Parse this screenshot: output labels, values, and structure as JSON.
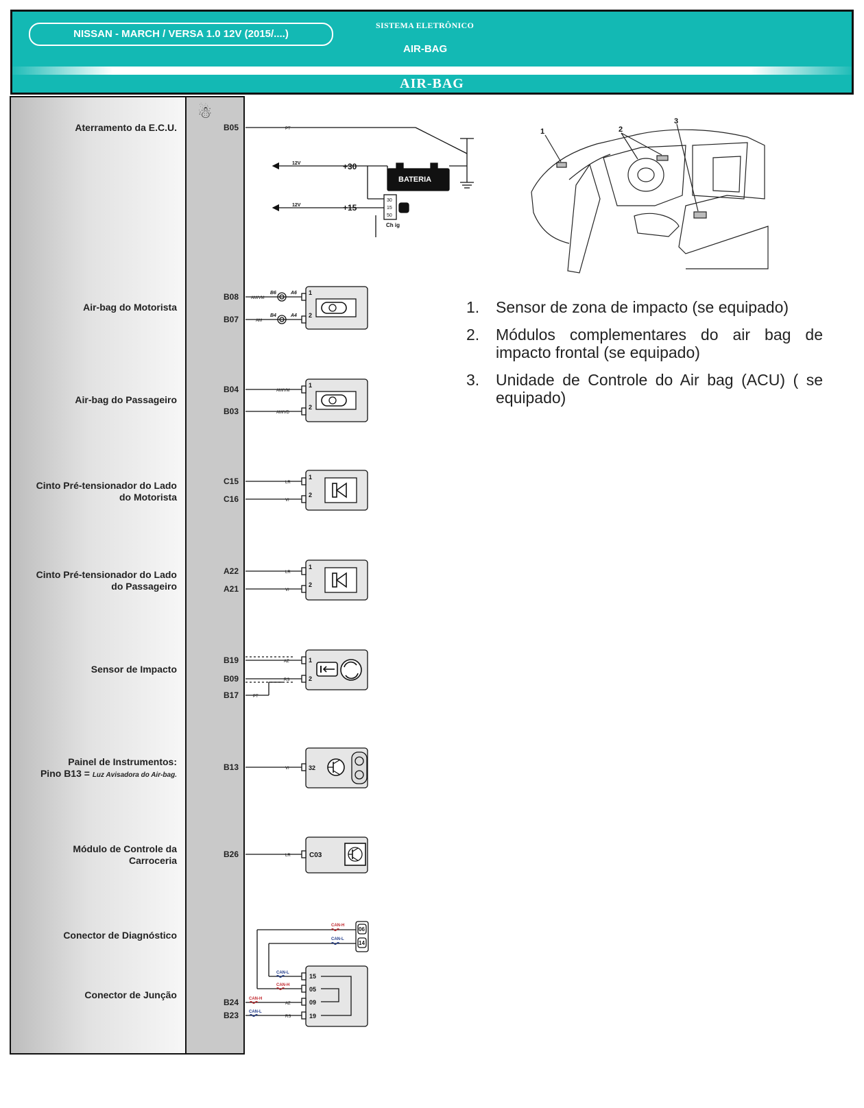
{
  "header": {
    "model": "NISSAN - MARCH / VERSA 1.0 12V (2015/....)",
    "system_caption": "SISTEMA ELETRÔNICO",
    "system_name": "AIR-BAG",
    "section_title": "AIR-BAG"
  },
  "colors": {
    "header": "#13b9b4",
    "can_h": "#c0262c",
    "can_l": "#1f3a8a",
    "ecu_bar": "#c9c9c9"
  },
  "icons": [
    "airbag-ecu-icon",
    "battery-icon",
    "ignition-key-icon",
    "ground-icon",
    "airbag-module-icon",
    "pretensioner-icon",
    "impact-sensor-icon",
    "transistor-icon",
    "gauge-icon"
  ],
  "components": [
    {
      "label": "Aterramento da E.C.U.",
      "pins": [
        "B05"
      ]
    },
    {
      "label": "Air-bag do Motorista",
      "pins": [
        "B08",
        "B07"
      ]
    },
    {
      "label": "Air-bag do Passageiro",
      "pins": [
        "B04",
        "B03"
      ]
    },
    {
      "label": "Cinto Pré-tensionador do Lado",
      "label2": "do Motorista",
      "pins": [
        "C15",
        "C16"
      ]
    },
    {
      "label": "Cinto Pré-tensionador do Lado",
      "label2": "do Passageiro",
      "pins": [
        "A22",
        "A21"
      ]
    },
    {
      "label": "Sensor de Impacto",
      "pins": [
        "B19",
        "B09",
        "B17"
      ]
    },
    {
      "label": "Painel de Instrumentos:",
      "label2_prefix": "Pino B13 = ",
      "label2_note": "Luz Avisadora do Air-bag.",
      "pins": [
        "B13"
      ]
    },
    {
      "label": "Módulo de Controle da",
      "label2": "Carroceria",
      "pins": [
        "B26"
      ]
    },
    {
      "label": "Conector de Diagnóstico"
    },
    {
      "label": "Conector de Junção",
      "pins": [
        "B24",
        "B23"
      ]
    }
  ],
  "wires": {
    "ground": "PT",
    "supply_30": "+30",
    "supply_15": "+15",
    "voltage": "12V",
    "battery": "BATERIA",
    "ignition_pins": [
      "30",
      "15",
      "50"
    ],
    "ignition_label": "Ch ig",
    "driver": {
      "colors": [
        "AM/VM",
        "AM"
      ],
      "clock": [
        "B6",
        "A6",
        "B4",
        "A4"
      ]
    },
    "passenger": {
      "colors": [
        "AM/VM",
        "AM/VD"
      ]
    },
    "pret_driver": [
      "LR",
      "VI"
    ],
    "pret_passenger": [
      "LR",
      "VI"
    ],
    "sensor": [
      "AZ",
      "RS",
      "PT"
    ],
    "panel": {
      "color": "VI",
      "pin": "32"
    },
    "body_module": {
      "color": "LR",
      "pin": "C03"
    },
    "diag": {
      "can_h": "CAN-H",
      "can_l": "CAN-L",
      "pins": [
        "06",
        "14"
      ]
    },
    "junction": {
      "pins": [
        "15",
        "05",
        "09",
        "19"
      ],
      "colors": [
        "AZ",
        "RS"
      ],
      "can_h": "CAN-H",
      "can_l": "CAN-L"
    },
    "connector_pins": [
      "1",
      "2"
    ]
  },
  "illustration": {
    "callouts": [
      "1",
      "2",
      "3"
    ]
  },
  "legend": [
    {
      "num": "1.",
      "text": "Sensor de zona de impacto (se equipado)"
    },
    {
      "num": "2.",
      "text": "Módulos complementares do air bag de impacto frontal (se equipado)"
    },
    {
      "num": "3.",
      "text": "Unidade de Controle do Air bag (ACU) ( se equipado)"
    }
  ]
}
